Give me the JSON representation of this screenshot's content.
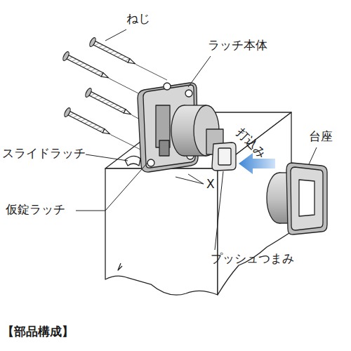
{
  "diagram": {
    "labels": [
      "ねじ",
      "ラッチ本体",
      "打込み",
      "台座",
      "スライドラッチ",
      "仮錠ラッチ",
      "X",
      "プッシュつまみ",
      "【部品構成】"
    ]
  }
}
